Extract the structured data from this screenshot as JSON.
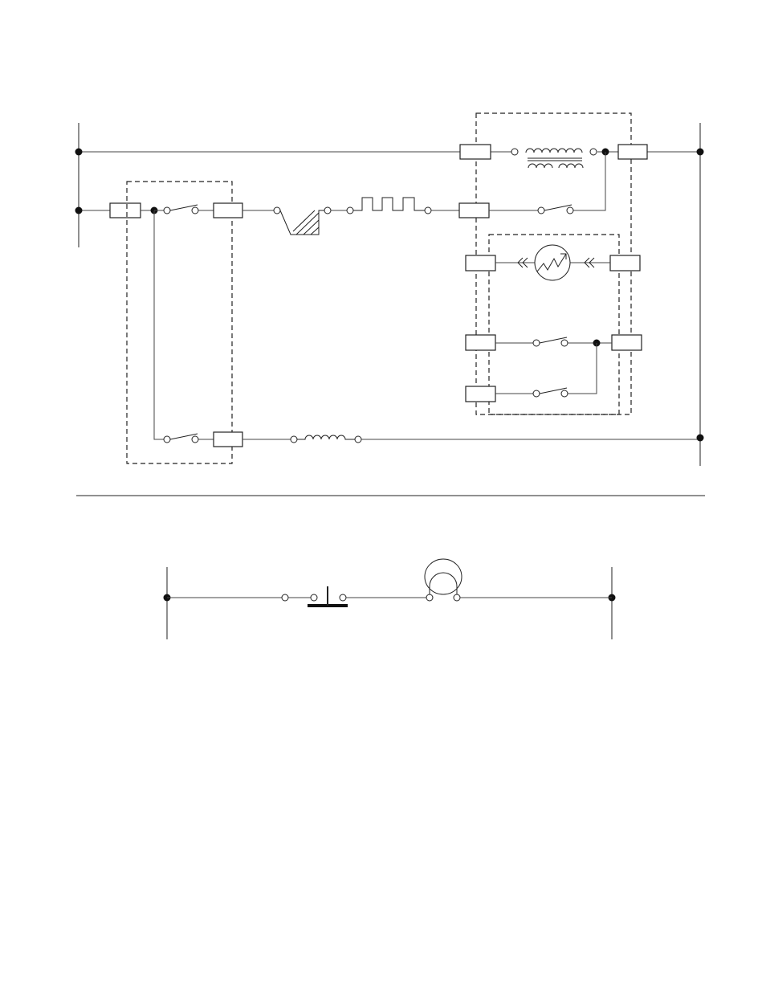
{
  "diagram": {
    "type": "wiring-schematic",
    "colors": {
      "line": "#444444",
      "ink": "#222222",
      "background": "#ffffff"
    },
    "upper_circuit": {
      "description_elements": [
        "line-rail-left",
        "line-rail-right",
        "door-switch-module",
        "transformer-module",
        "thermal-cutout",
        "heater-element",
        "thermistor-sensor-module",
        "motor-coil"
      ]
    },
    "lower_circuit": {
      "description_elements": [
        "push-button-switch",
        "lamp"
      ]
    }
  }
}
